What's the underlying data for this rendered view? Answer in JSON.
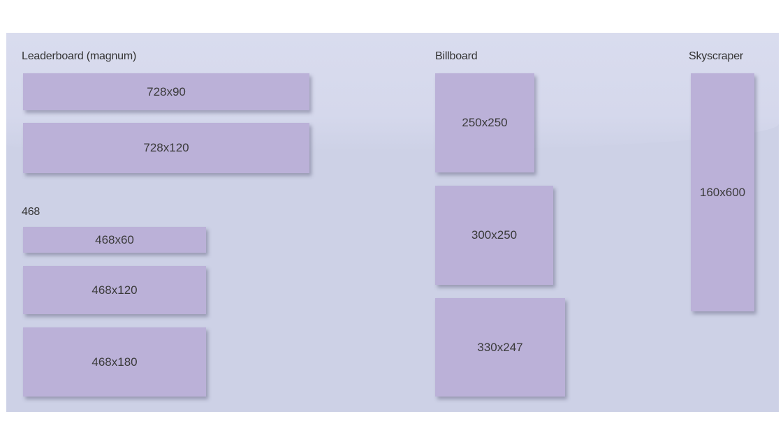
{
  "sections": {
    "leaderboard": {
      "label": "Leaderboard (magnum)",
      "sizes": [
        "728x90",
        "728x120"
      ]
    },
    "medium": {
      "label": "468",
      "sizes": [
        "468x60",
        "468x120",
        "468x180"
      ]
    },
    "billboard": {
      "label": "Billboard",
      "sizes": [
        "250x250",
        "300x250",
        "330x247"
      ]
    },
    "skyscraper": {
      "label": "Skyscraper",
      "sizes": [
        "160x600"
      ]
    }
  },
  "colors": {
    "panel_background": "#cdd1e6",
    "ad_box_fill": "#bbb1d8",
    "page_background": "#ffffff"
  }
}
